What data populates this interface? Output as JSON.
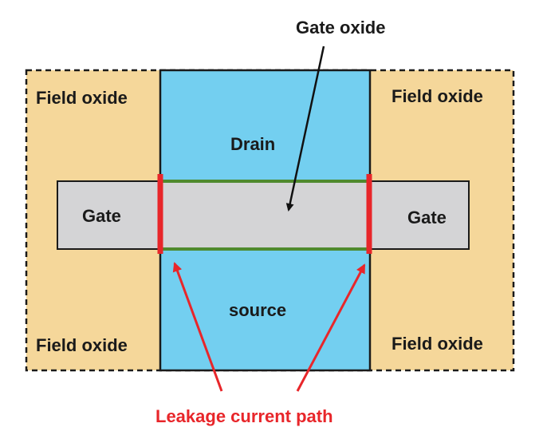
{
  "labels": {
    "gate_oxide": "Gate oxide",
    "field_oxide_top_left": "Field oxide",
    "field_oxide_top_right": "Field oxide",
    "field_oxide_bottom_left": "Field oxide",
    "field_oxide_bottom_right": "Field oxide",
    "drain": "Drain",
    "source": "source",
    "gate_left": "Gate",
    "gate_right": "Gate",
    "leakage": "Leakage current path"
  },
  "colors": {
    "field_oxide": "#f5d79a",
    "active_region": "#73cff0",
    "gate": "#d4d4d6",
    "gate_edge_line": "#4f8a2e",
    "leakage_edge": "#e8262a",
    "leakage_text": "#e8262a",
    "outline": "#1a1a1a"
  }
}
